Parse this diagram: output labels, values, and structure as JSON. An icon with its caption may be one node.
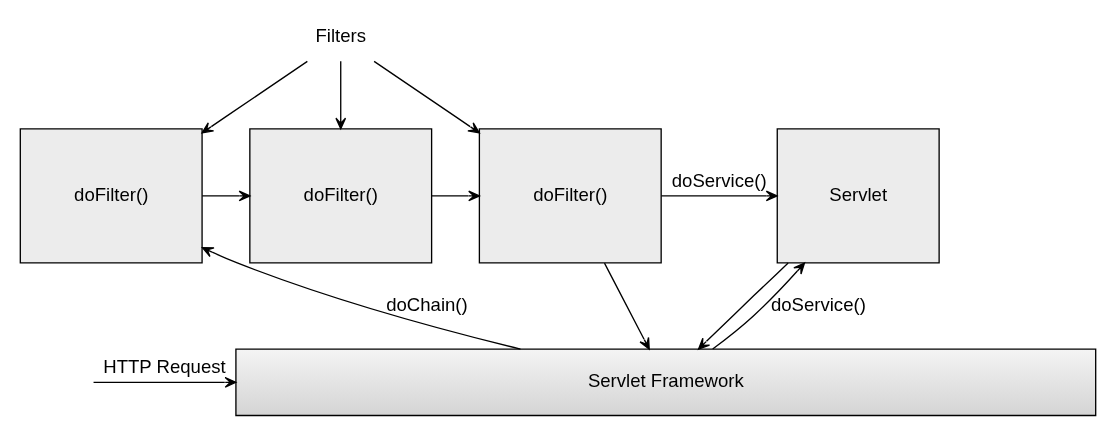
{
  "diagram": {
    "nodes": [
      {
        "text": [
          "Filters"
        ]
      },
      {
        "text": [
          "doFilter()"
        ]
      },
      {
        "text": [
          "doFilter()"
        ]
      },
      {
        "text": [
          "doFilter()"
        ]
      },
      {
        "text": [
          "Servlet"
        ]
      },
      {
        "text": [
          "Servlet Framework"
        ]
      }
    ],
    "edges": [
      {
        "from": 0,
        "to": 1,
        "arrow": "to"
      },
      {
        "from": 0,
        "to": 2,
        "arrow": "to"
      },
      {
        "from": 0,
        "to": 3,
        "arrow": "to"
      },
      {
        "from": 1,
        "to": 2,
        "arrow": "to"
      },
      {
        "from": 2,
        "to": 3,
        "arrow": "to"
      },
      {
        "from": 3,
        "to": 4,
        "arrow": "to",
        "label": "doService()"
      },
      {
        "from": 5,
        "to": 1,
        "arrow": "to",
        "label": "doChain()"
      },
      {
        "from": 3,
        "to": 5,
        "arrow": "to"
      },
      {
        "from": 5,
        "to": 4,
        "arrow": "to",
        "label": "doService()"
      },
      {
        "from": 4,
        "to": 5,
        "arrow": "to"
      },
      {
        "from": null,
        "to": 5,
        "arrow": "to",
        "label": "HTTP Request"
      }
    ]
  }
}
